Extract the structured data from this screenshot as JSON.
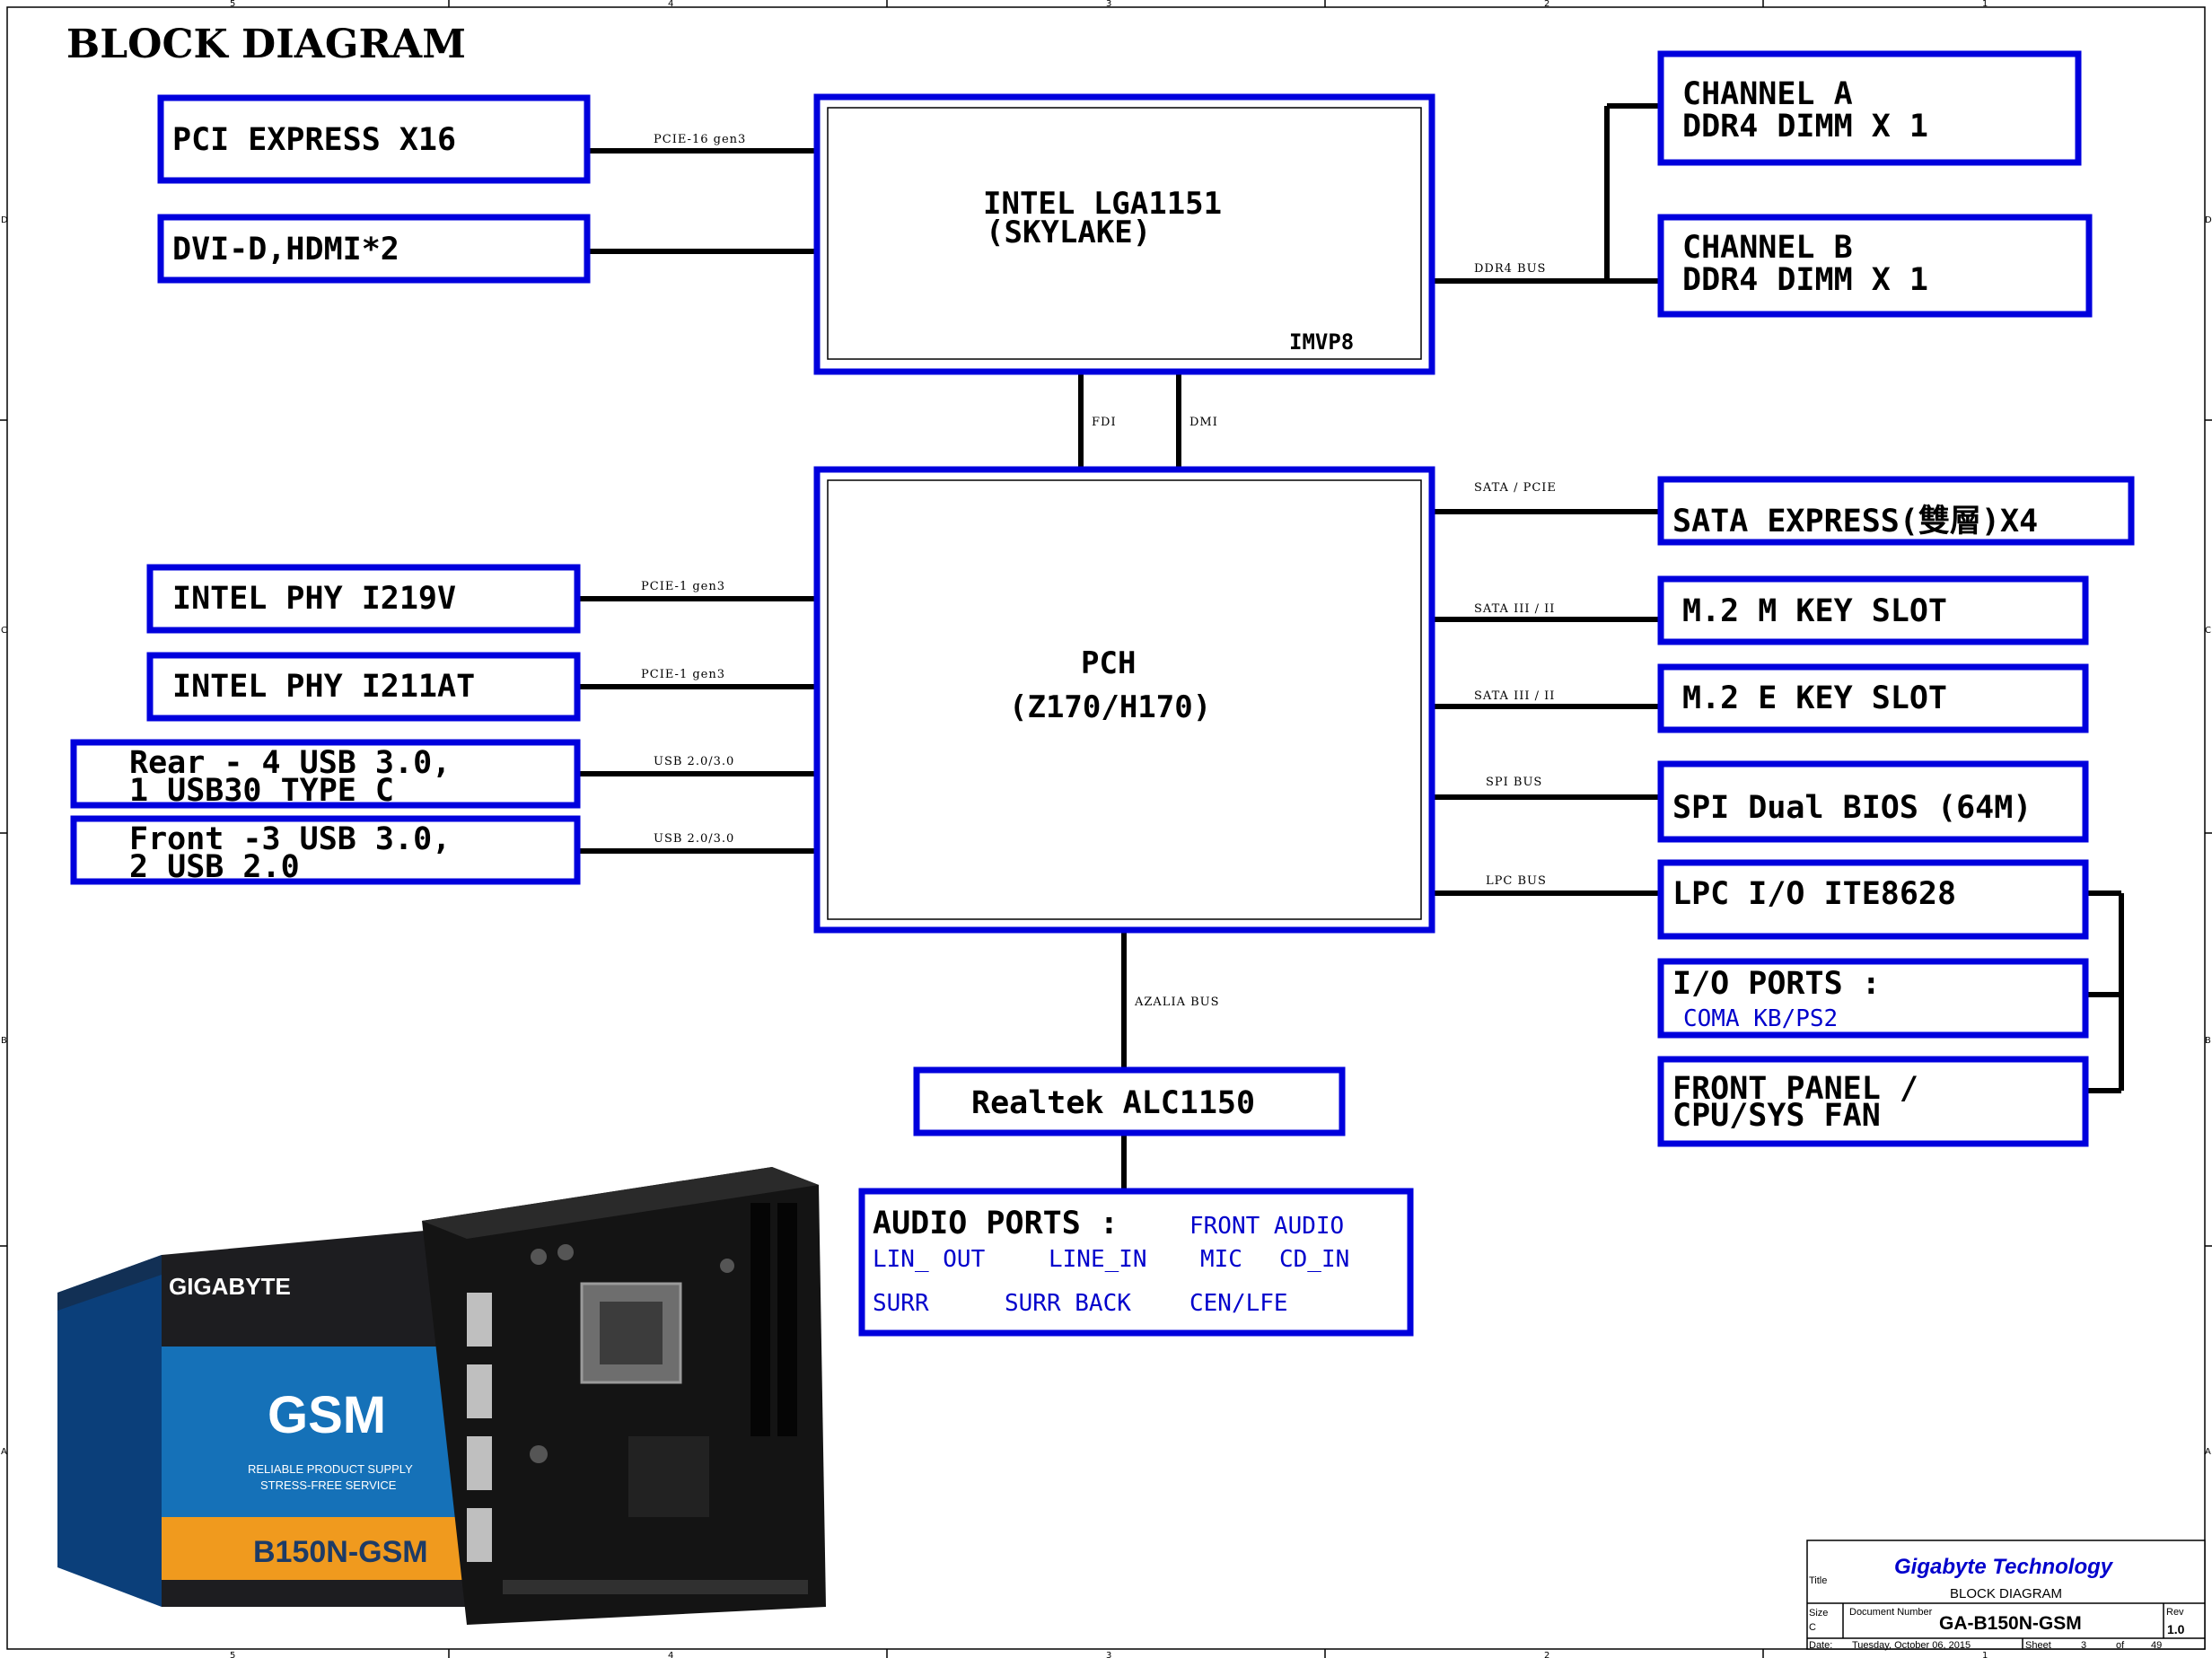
{
  "title": "BLOCK DIAGRAM",
  "blocks": {
    "cpu": {
      "line1": "INTEL LGA1151",
      "line2": "(SKYLAKE)",
      "vr": "IMVP8"
    },
    "pch": {
      "line1": "PCH",
      "line2": "(Z170/H170)"
    },
    "pcie_x16": "PCI EXPRESS X16",
    "display": "DVI-D,HDMI*2",
    "channel_a": {
      "line1": "CHANNEL A",
      "line2": "DDR4  DIMM X 1"
    },
    "channel_b": {
      "line1": "CHANNEL B",
      "line2": "DDR4 DIMM X 1"
    },
    "phy_i219v": "INTEL PHY I219V",
    "phy_i211at": "INTEL PHY I211AT",
    "usb_rear": {
      "line1": "Rear - 4 USB 3.0,",
      "line2": "1 USB30 TYPE C"
    },
    "usb_front": {
      "line1": "Front -3 USB 3.0,",
      "line2": "2 USB 2.0"
    },
    "sata_express": "SATA EXPRESS(雙層)X4",
    "m2_m_key": "M.2 M KEY SLOT",
    "m2_e_key": "M.2 E KEY SLOT",
    "spi_bios": "SPI Dual BIOS (64M)",
    "lpc_io": "LPC I/O ITE8628",
    "io_ports": {
      "line1": "I/O PORTS :",
      "line2": "COMA  KB/PS2"
    },
    "front_panel": {
      "line1": "FRONT PANEL /",
      "line2": "CPU/SYS FAN"
    },
    "realtek": "Realtek ALC1150",
    "audio_ports": {
      "heading": "AUDIO PORTS :",
      "front_audio": "FRONT AUDIO",
      "lin_out": "LIN_ OUT",
      "line_in": "LINE_IN",
      "mic": "MIC",
      "cd_in": "CD_IN",
      "surr": "SURR",
      "surr_back": "SURR BACK",
      "cen_lfe": "CEN/LFE"
    }
  },
  "bus_labels": {
    "pcie16": "PCIE-16 gen3",
    "ddr4": "DDR4 BUS",
    "fdi": "FDI",
    "dmi": "DMI",
    "sata_pcie": "SATA / PCIE",
    "sata3_a": "SATA III / II",
    "sata3_b": "SATA III / II",
    "pcie1_a": "PCIE-1 gen3",
    "pcie1_b": "PCIE-1 gen3",
    "usb_a": "USB 2.0/3.0",
    "usb_b": "USB 2.0/3.0",
    "spi": "SPI BUS",
    "lpc": "LPC BUS",
    "azalia": "AZALIA BUS"
  },
  "product_photo": {
    "brand": "GIGABYTE",
    "series": "GSM",
    "model": "B150N-GSM",
    "tagline1": "RELIABLE PRODUCT SUPPLY",
    "tagline2": "STRESS-FREE SERVICE"
  },
  "title_block": {
    "title_label": "Title",
    "company": "Gigabyte Technology",
    "doc_title": "BLOCK DIAGRAM",
    "size_label": "Size",
    "size_value": "C",
    "doc_number_label": "Document Number",
    "doc_number": "GA-B150N-GSM",
    "rev_label": "Rev",
    "rev": "1.0",
    "date_label": "Date:",
    "date": "Tuesday, October 06, 2015",
    "sheet_label": "Sheet",
    "sheet": "3",
    "of_label": "of",
    "total_sheets": "49"
  },
  "border_markers": {
    "columns": [
      "5",
      "4",
      "3",
      "2",
      "1"
    ],
    "rows": [
      "D",
      "C",
      "B",
      "A"
    ]
  },
  "colors": {
    "block_border": "#0000dd",
    "secondary_text": "#0000cc",
    "wire": "#000000"
  }
}
